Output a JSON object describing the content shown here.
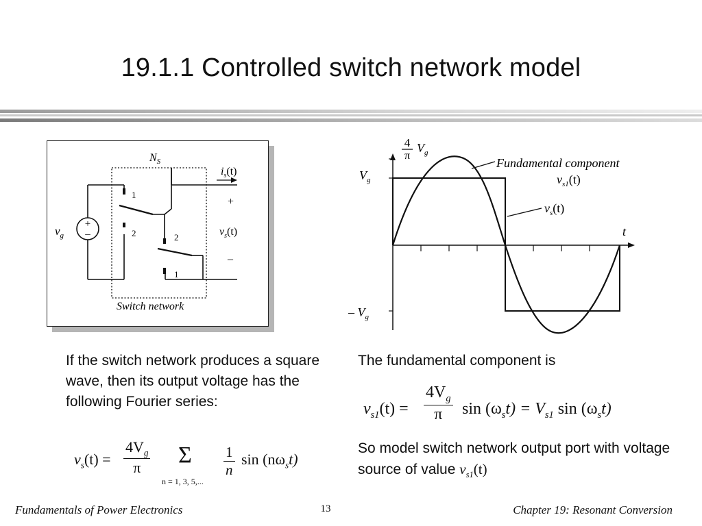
{
  "slide": {
    "title": "19.1.1  Controlled switch network model",
    "left_paragraph": "If the switch network produces a square wave, then its output voltage has the following Fourier series:",
    "fundamental_paragraph": "The fundamental component is",
    "model_paragraph": "So model switch network output port with voltage source of value"
  },
  "circuit": {
    "ns_label": "N",
    "ns_sub": "S",
    "vg_label": "v",
    "vg_sub": "g",
    "source_plus": "+",
    "source_minus": "–",
    "is_label_i": "i",
    "is_sub": "s",
    "is_arg": "(t)",
    "out_plus": "+",
    "out_minus": "–",
    "vs_label_v": "v",
    "vs_sub": "s",
    "vs_arg": "(t)",
    "switch_upper_1": "1",
    "switch_upper_2": "2",
    "switch_lower_2": "2",
    "switch_lower_1": "1",
    "network_caption": "Switch network"
  },
  "waveform": {
    "peak_num": "4",
    "peak_den": "π",
    "peak_v": "V",
    "peak_sub": "g",
    "vg_v": "V",
    "vg_sub": "g",
    "neg_v": "– V",
    "neg_sub": "g",
    "t_label": "t",
    "fund_title": "Fundamental component",
    "fund_v": "v",
    "fund_sub": "s1",
    "fund_arg": "(t)",
    "vs_v": "v",
    "vs_sub": "s",
    "vs_arg": "(t)"
  },
  "equations": {
    "fourier": {
      "lhs_v": "v",
      "lhs_sub": "s",
      "lhs_arg": "(t) =",
      "num": "4V",
      "num_sub": "g",
      "den": "π",
      "sigma": "Σ",
      "sum_range": "n = 1, 3, 5,...",
      "one": "1",
      "n": "n",
      "sin": "sin (nω",
      "sin_sub": "s",
      "sin_tail": "t)"
    },
    "fundamental": {
      "lhs_v": "v",
      "lhs_sub": "s1",
      "lhs_arg": "(t) =",
      "num": "4V",
      "num_sub": "g",
      "den": "π",
      "sin1": "sin (ω",
      "sin1_sub": "s",
      "sin1_tail": "t) = V",
      "v_sub": "s1",
      "sin2": "sin (ω",
      "sin2_sub": "s",
      "sin2_tail": "t)"
    },
    "model_value": {
      "v": "v",
      "sub": "s1",
      "arg": "(t)"
    }
  },
  "footer": {
    "left": "Fundamentals of Power Electronics",
    "page": "13",
    "right": "Chapter 19:  Resonant Conversion"
  }
}
